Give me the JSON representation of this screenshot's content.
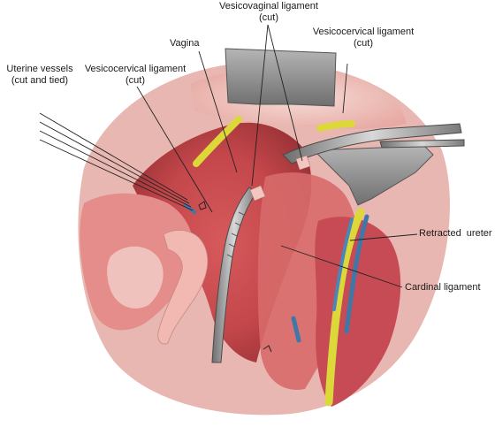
{
  "labels": {
    "vesicovaginal": {
      "line1": "Vesicovaginal ligament",
      "line2": "(cut)"
    },
    "vagina": "Vagina",
    "vesicocervical_right": {
      "line1": "Vesicocervical ligament",
      "line2": "(cut)"
    },
    "uterine_vessels": {
      "line1": "Uterine vessels",
      "line2": "(cut and tied)"
    },
    "vesicocervical_left": {
      "line1": "Vesicocervical ligament",
      "line2": "(cut)"
    },
    "retracted_ureter": "Retracted  ureter",
    "cardinal_ligament": "Cardinal ligament"
  },
  "colors": {
    "tissue_red": "#c4474b",
    "tissue_dark": "#8e2a2e",
    "tissue_pink": "#e6a8a4",
    "tissue_light": "#f3d3cd",
    "retractor_gray": "#8f8f8f",
    "ureter_yellow": "#dcd83a",
    "vessel_blue": "#3f77a8",
    "leader_line": "#222222"
  }
}
